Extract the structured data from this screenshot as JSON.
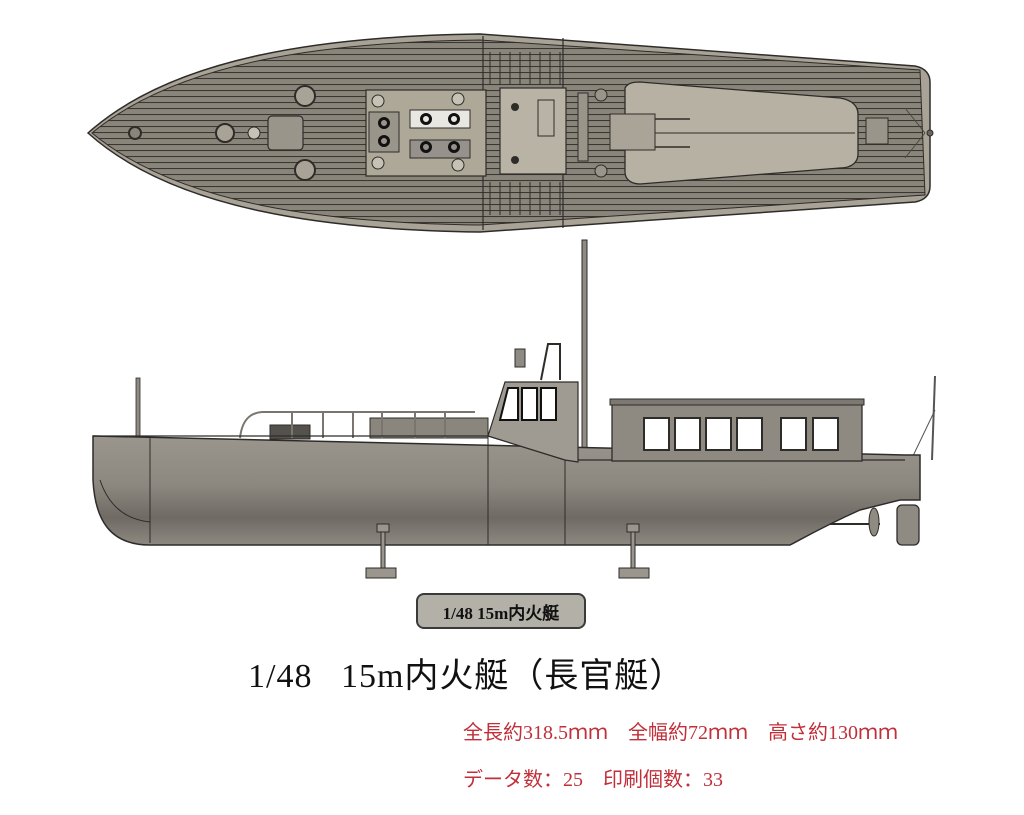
{
  "badge": {
    "label": "1/48  15m内火艇"
  },
  "title": {
    "text": "1/48   15m内火艇（長官艇）"
  },
  "specs": {
    "line1": "全長約318.5ｍｍ　全幅約72ｍｍ　高さ約130ｍｍ",
    "line2": "データ数：25　印刷個数：33"
  },
  "colors": {
    "hull": "#8f8b83",
    "deck": "#7c776e",
    "deck_light": "#bdb7ab",
    "outline": "#2e2c29",
    "spec_text": "#c0303a"
  },
  "views": {
    "top_view": "plan view of boat deck",
    "side_view": "side elevation of boat on stands"
  }
}
